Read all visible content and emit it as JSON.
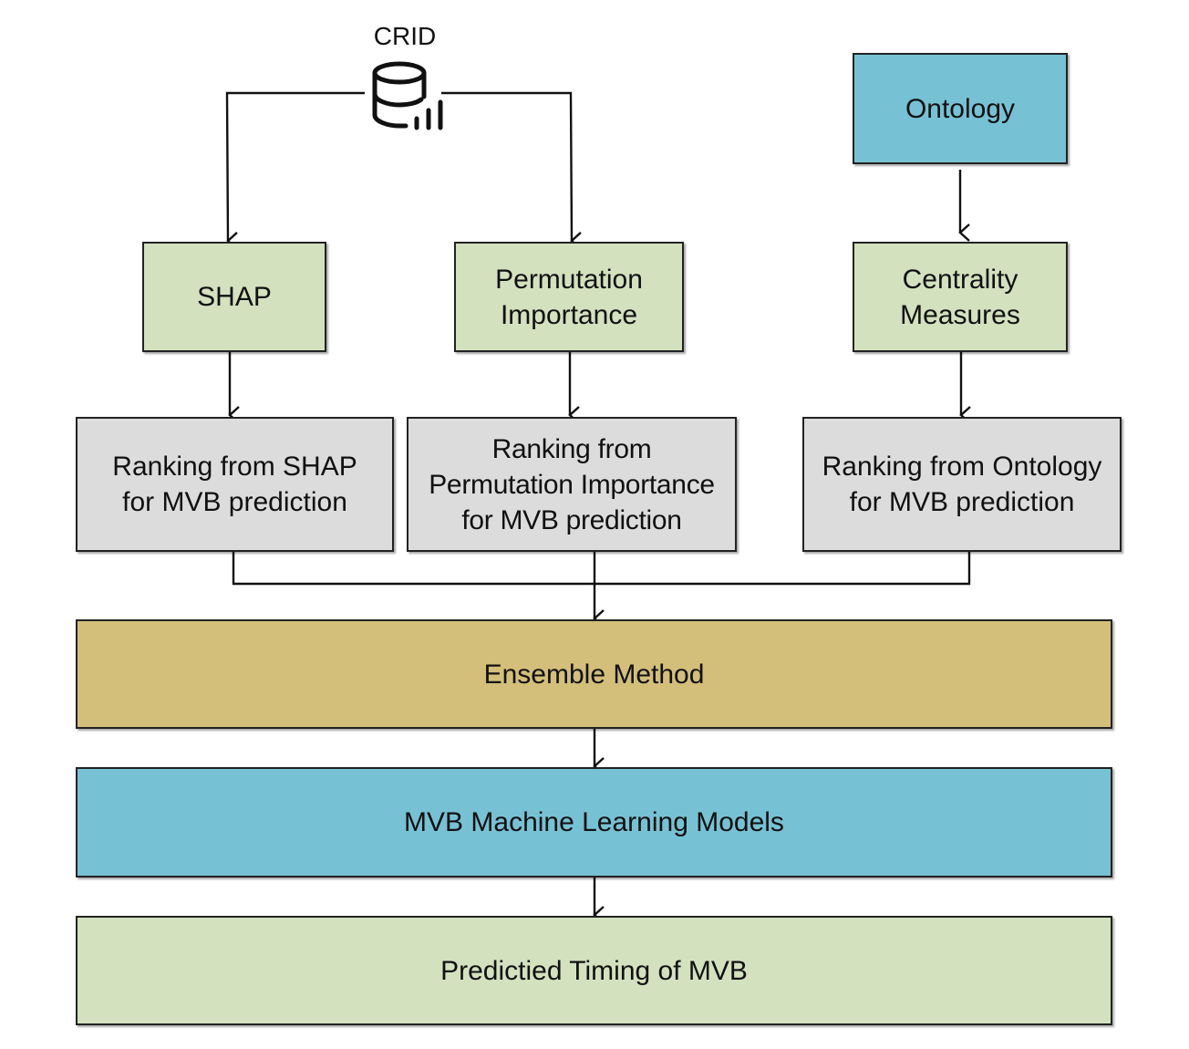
{
  "nodes": {
    "crid": {
      "label": "CRID",
      "icon": "database-chart-icon"
    },
    "ontology": {
      "label": "Ontology"
    },
    "shap": {
      "label": "SHAP"
    },
    "permutation": {
      "label": "Permutation\nImportance"
    },
    "centrality": {
      "label": "Centrality\nMeasures"
    },
    "rank_shap": {
      "label": "Ranking from SHAP\nfor MVB prediction"
    },
    "rank_perm": {
      "label": "Ranking from\nPermutation Importance\nfor MVB prediction"
    },
    "rank_onto": {
      "label": "Ranking from Ontology\nfor MVB prediction"
    },
    "ensemble": {
      "label": "Ensemble Method"
    },
    "models": {
      "label": "MVB Machine Learning Models"
    },
    "timing": {
      "label": "Predictied Timing of MVB"
    }
  },
  "edges": [
    [
      "crid",
      "shap"
    ],
    [
      "crid",
      "permutation"
    ],
    [
      "ontology",
      "centrality"
    ],
    [
      "shap",
      "rank_shap"
    ],
    [
      "permutation",
      "rank_perm"
    ],
    [
      "centrality",
      "rank_onto"
    ],
    [
      "rank_shap",
      "ensemble"
    ],
    [
      "rank_perm",
      "ensemble"
    ],
    [
      "rank_onto",
      "ensemble"
    ],
    [
      "ensemble",
      "models"
    ],
    [
      "models",
      "timing"
    ]
  ],
  "colors": {
    "green": "#d3e1be",
    "gray": "#dcdcdc",
    "blue": "#77c1d4",
    "gold": "#d3bf79"
  }
}
